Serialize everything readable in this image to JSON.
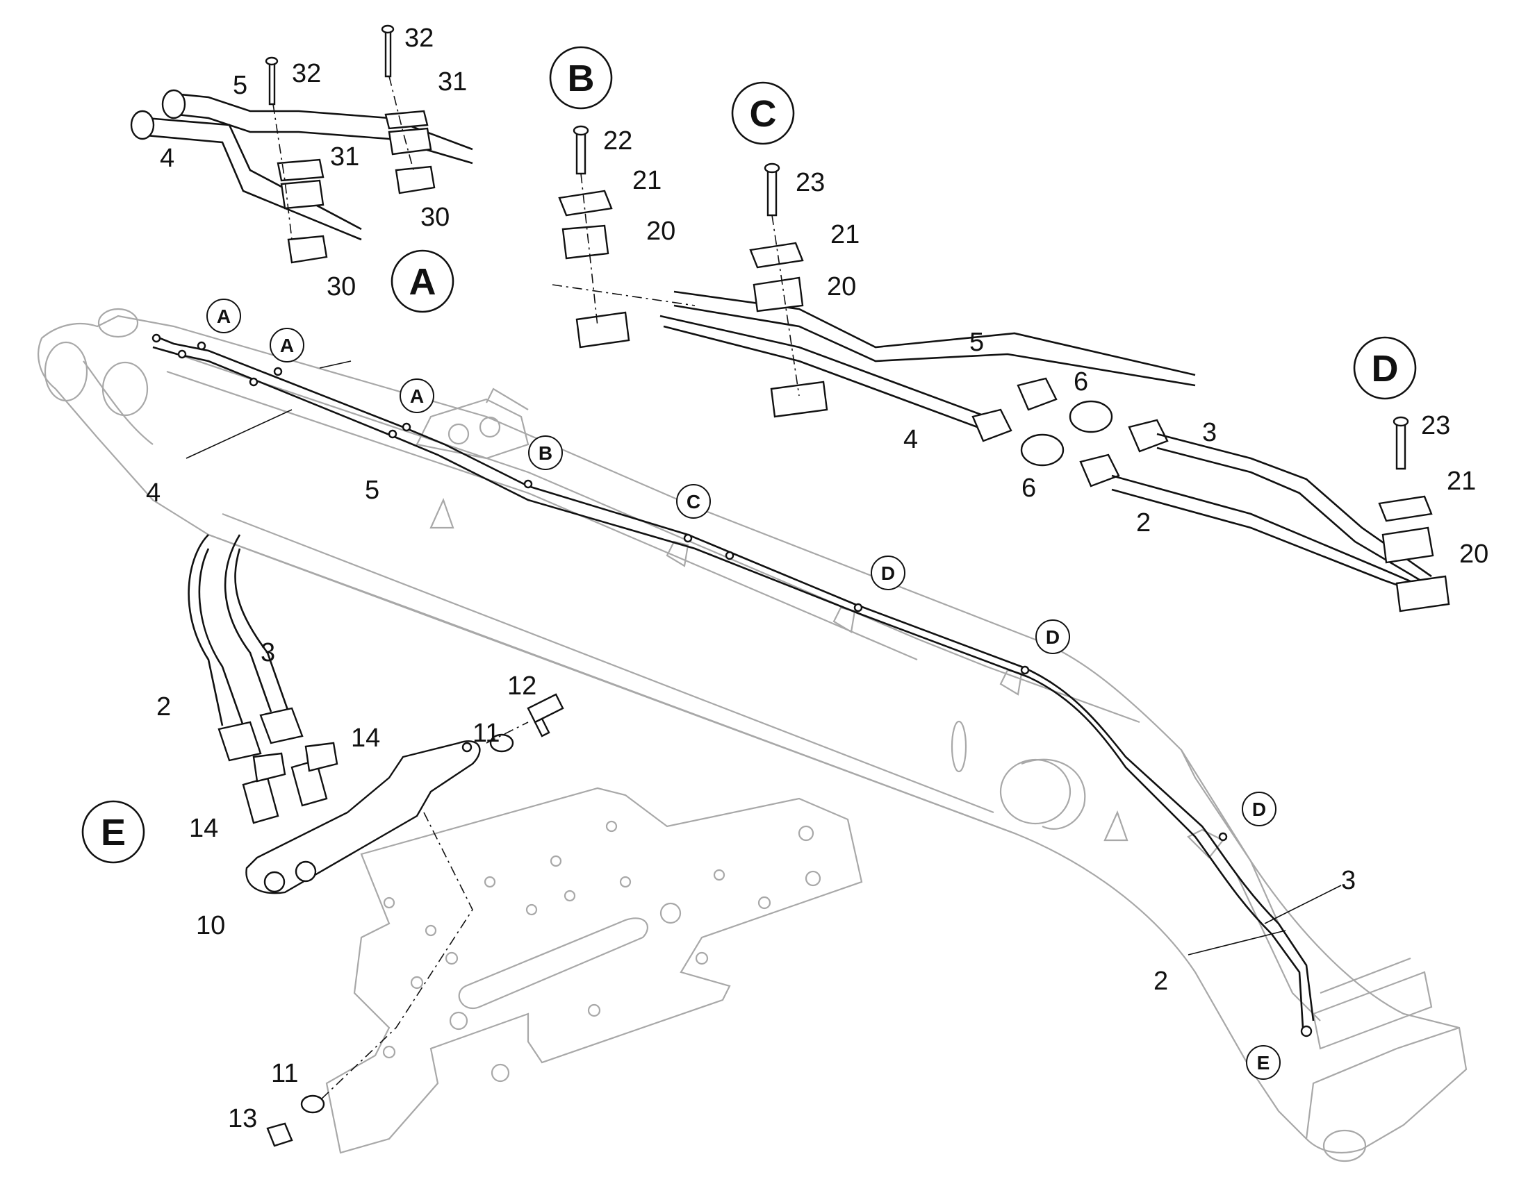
{
  "detail_labels": {
    "A": "A",
    "B": "B",
    "C": "C",
    "D": "D",
    "E": "E"
  },
  "boom_callouts": [
    "A",
    "A",
    "A",
    "B",
    "C",
    "D",
    "D",
    "D",
    "E"
  ],
  "part_numbers": {
    "p2": "2",
    "p3": "3",
    "p4": "4",
    "p5": "5",
    "p6": "6",
    "p10": "10",
    "p11": "11",
    "p12": "12",
    "p13": "13",
    "p14": "14",
    "p20": "20",
    "p21": "21",
    "p22": "22",
    "p23": "23",
    "p30": "30",
    "p31": "31",
    "p32": "32"
  }
}
